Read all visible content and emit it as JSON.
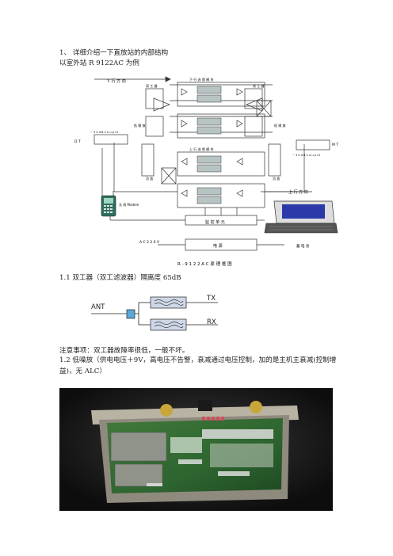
{
  "heading": "1、 详细介绍一下直放站的内部结构",
  "subheading": "以室外站 R 9122AC 为例",
  "diagram": {
    "downlink": "下 行 方 向",
    "uplink": "上 行 方 向",
    "duplexer_left": "双 工 器",
    "duplexer_right": "双 工 器",
    "lna_left": "低 噪 放",
    "lna_right": "低 噪 放",
    "pa_left": "功 放",
    "pa_right": "功 放",
    "freq_sel_down": "下 行 选 频 模 块",
    "freq_sel_up": "上 行 选 频 模 块",
    "port_left": "D T",
    "port_right": "M T",
    "coupler_left": "~ 3 0 d B  C o u p l e",
    "coupler_right": "~ 3 0 d B  C o u p l e",
    "monitor_unit": "监 控 单 元",
    "power_unit": "电 源",
    "power_in": "A C 2 2 0 V",
    "battery": "蓄 电 池",
    "modem": "无 线 Modem",
    "caption": "R - 9 1 2 2 A C  原 理 框 图"
  },
  "sec11": "1.1 双工器（双工滤波器）隔离度 65dB",
  "duplexer_fig": {
    "ant": "ANT",
    "tx": "TX",
    "rx": "RX"
  },
  "note": "注意事项：双工器故障率很低，一般不坏。",
  "sec12": "1.2 低噪放（供电电压＋9V，高电压不告警，衰减通过电压控制，加的是主机主衰减(控制增益)，无 ALC）"
}
